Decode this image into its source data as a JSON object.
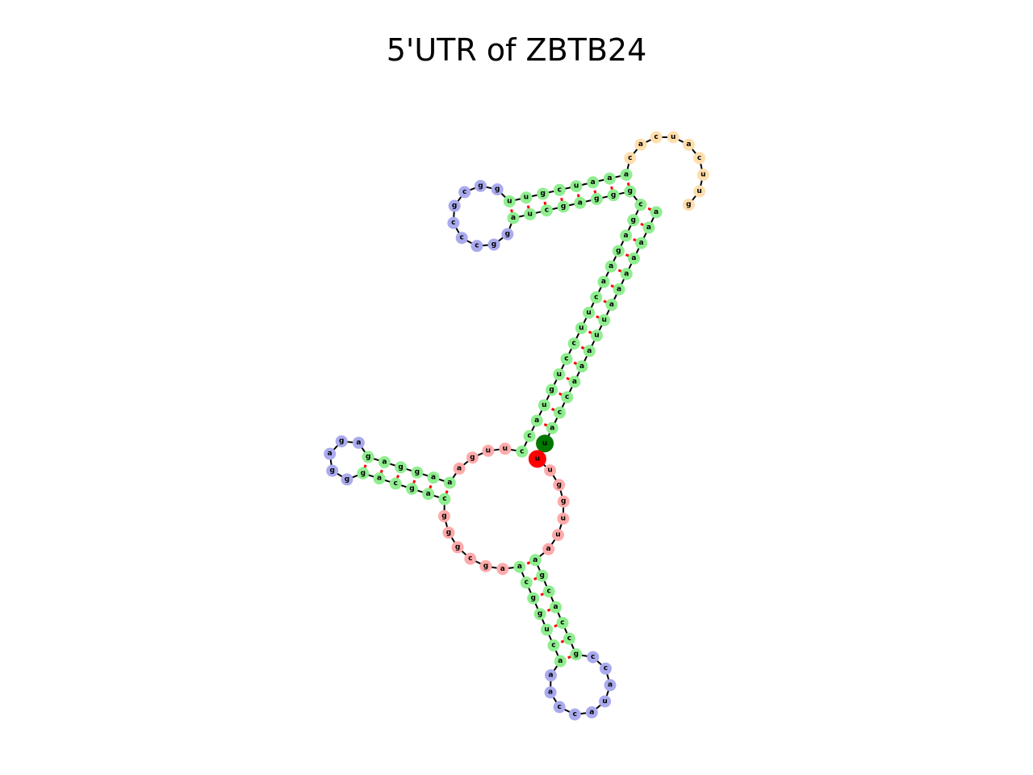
{
  "title": "5'UTR of ZBTB24",
  "sequence": "aaaaaaauuaaaccauuugguuaagcaccgccauaccaaacuggcaagcgggcagcagggagagaggaaaguuccauguccuucaagagcgggagcuaggcccgcgguugcuaaacacuacuug",
  "structure": "(((((((((((((((((......(((((((.........)))))))......((((((.....))))))....)))))))))))))))))((((((((.........))))))))...",
  "highlights": [
    {
      "index": 15,
      "role": "start",
      "color": "#007700"
    },
    {
      "index": 16,
      "role": "end",
      "color": "#ff0000"
    }
  ],
  "colors": {
    "stem": "#90ee90",
    "hairpin_loop": "#aaaaee",
    "interior_loop": "#ffff99",
    "multiloop": "#ffaaaa",
    "exterior": "#ffdead",
    "backbone": "#000000",
    "pair_link": "#ff0000"
  }
}
